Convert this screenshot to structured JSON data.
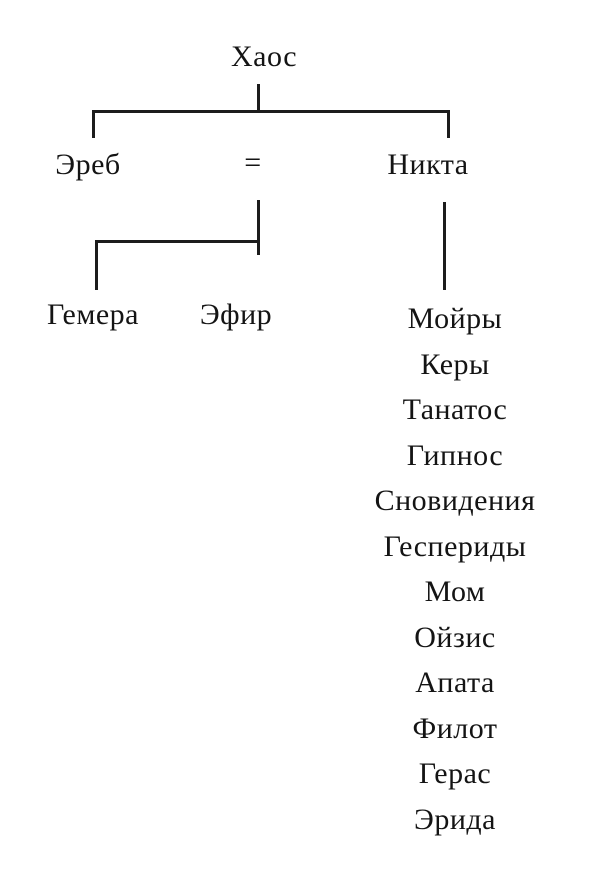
{
  "tree": {
    "root": "Хаос",
    "father": "Эреб",
    "union_symbol": "=",
    "mother": "Никта",
    "union_children": [
      "Гемера",
      "Эфир"
    ],
    "nyx_children": [
      "Мойры",
      "Керы",
      "Танатос",
      "Гипнос",
      "Сновидения",
      "Геспериды",
      "Мом",
      "Ойзис",
      "Апата",
      "Филот",
      "Герас",
      "Эрида"
    ]
  },
  "colors": {
    "ink": "#1c1c1c",
    "paper": "#ffffff"
  }
}
